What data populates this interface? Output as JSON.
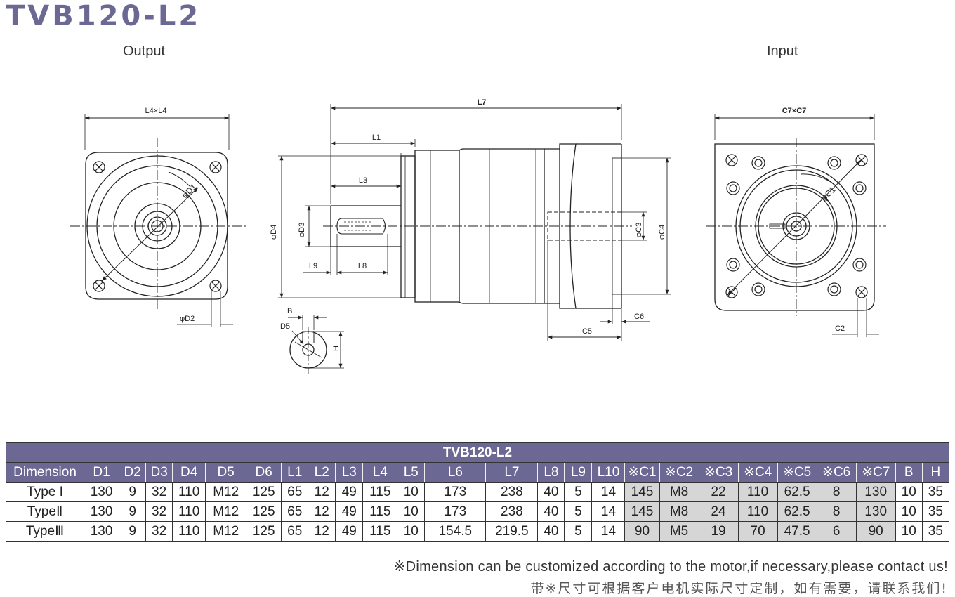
{
  "title": "TVB120-L2",
  "views": {
    "output": "Output",
    "input": "Input"
  },
  "drawing_labels": {
    "l4xl4": "L4×L4",
    "d1": "φD1",
    "d2": "φD2",
    "l7": "L7",
    "l1": "L1",
    "l3": "L3",
    "l9": "L9",
    "l8": "L8",
    "d4": "φD4",
    "d3": "φD3",
    "c3": "φC3",
    "c4": "φC4",
    "c5": "C5",
    "c6": "C6",
    "b": "B",
    "d5": "D5",
    "h": "H",
    "c7xc7": "C7×C7",
    "c1": "φC1",
    "c2": "C2"
  },
  "table": {
    "caption": "TVB120-L2",
    "headers": [
      "Dimension",
      "D1",
      "D2",
      "D3",
      "D4",
      "D5",
      "D6",
      "L1",
      "L2",
      "L3",
      "L4",
      "L5",
      "L6",
      "L7",
      "L8",
      "L9",
      "L10",
      "※C1",
      "※C2",
      "※C3",
      "※C4",
      "※C5",
      "※C6",
      "※C7",
      "B",
      "H"
    ],
    "rows": [
      [
        "Type I",
        "130",
        "9",
        "32",
        "110",
        "M12",
        "125",
        "65",
        "12",
        "49",
        "115",
        "10",
        "173",
        "238",
        "40",
        "5",
        "14",
        "145",
        "M8",
        "22",
        "110",
        "62.5",
        "8",
        "130",
        "10",
        "35"
      ],
      [
        "TypeⅡ",
        "130",
        "9",
        "32",
        "110",
        "M12",
        "125",
        "65",
        "12",
        "49",
        "115",
        "10",
        "173",
        "238",
        "40",
        "5",
        "14",
        "145",
        "M8",
        "24",
        "110",
        "62.5",
        "8",
        "130",
        "10",
        "35"
      ],
      [
        "TypeⅢ",
        "130",
        "9",
        "32",
        "110",
        "M12",
        "125",
        "65",
        "12",
        "49",
        "115",
        "10",
        "154.5",
        "219.5",
        "40",
        "5",
        "14",
        "90",
        "M5",
        "19",
        "70",
        "47.5",
        "6",
        "90",
        "10",
        "35"
      ]
    ],
    "shaded_columns": [
      17,
      18,
      19,
      20,
      21,
      22,
      23
    ]
  },
  "footer": {
    "english": "※Dimension can be customized according to the motor,if necessary,please contact us!",
    "chinese": "带※尺寸可根据客户电机实际尺寸定制，如有需要，请联系我们!"
  },
  "colors": {
    "header_bg": "#6b6893",
    "shade": "#d6d6d6"
  }
}
